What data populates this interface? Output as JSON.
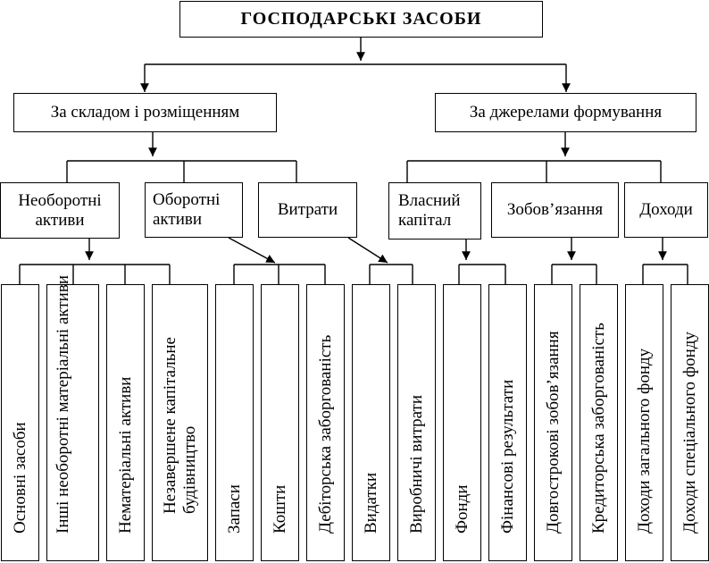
{
  "title": "ГОСПОДАРСЬКІ ЗАСОБИ",
  "left": {
    "label": "За складом і розміщенням",
    "groups": [
      {
        "label": "Необоротні активи",
        "items": [
          "Основні засоби",
          "Інші необоротні матеріальні активи",
          "Нематеріальні активи",
          "Незавершене капітальне будівництво"
        ]
      },
      {
        "label": "Оборотні активи",
        "items": [
          "Запаси",
          "Кошти",
          "Дебіторська заборгованість"
        ]
      },
      {
        "label": "Витрати",
        "items": [
          "Видатки",
          "Виробничі витрати"
        ]
      }
    ]
  },
  "right": {
    "label": "За джерелами формування",
    "groups": [
      {
        "label": "Власний капітал",
        "items": [
          "Фонди",
          "Фінансові результати"
        ]
      },
      {
        "label": "Зобов’язання",
        "items": [
          "Довгострокові зобов’язання",
          "Кредиторська заборгованість"
        ]
      },
      {
        "label": "Доходи",
        "items": [
          "Доходи загального фонду",
          "Доходи спеціального фонду"
        ]
      }
    ]
  }
}
